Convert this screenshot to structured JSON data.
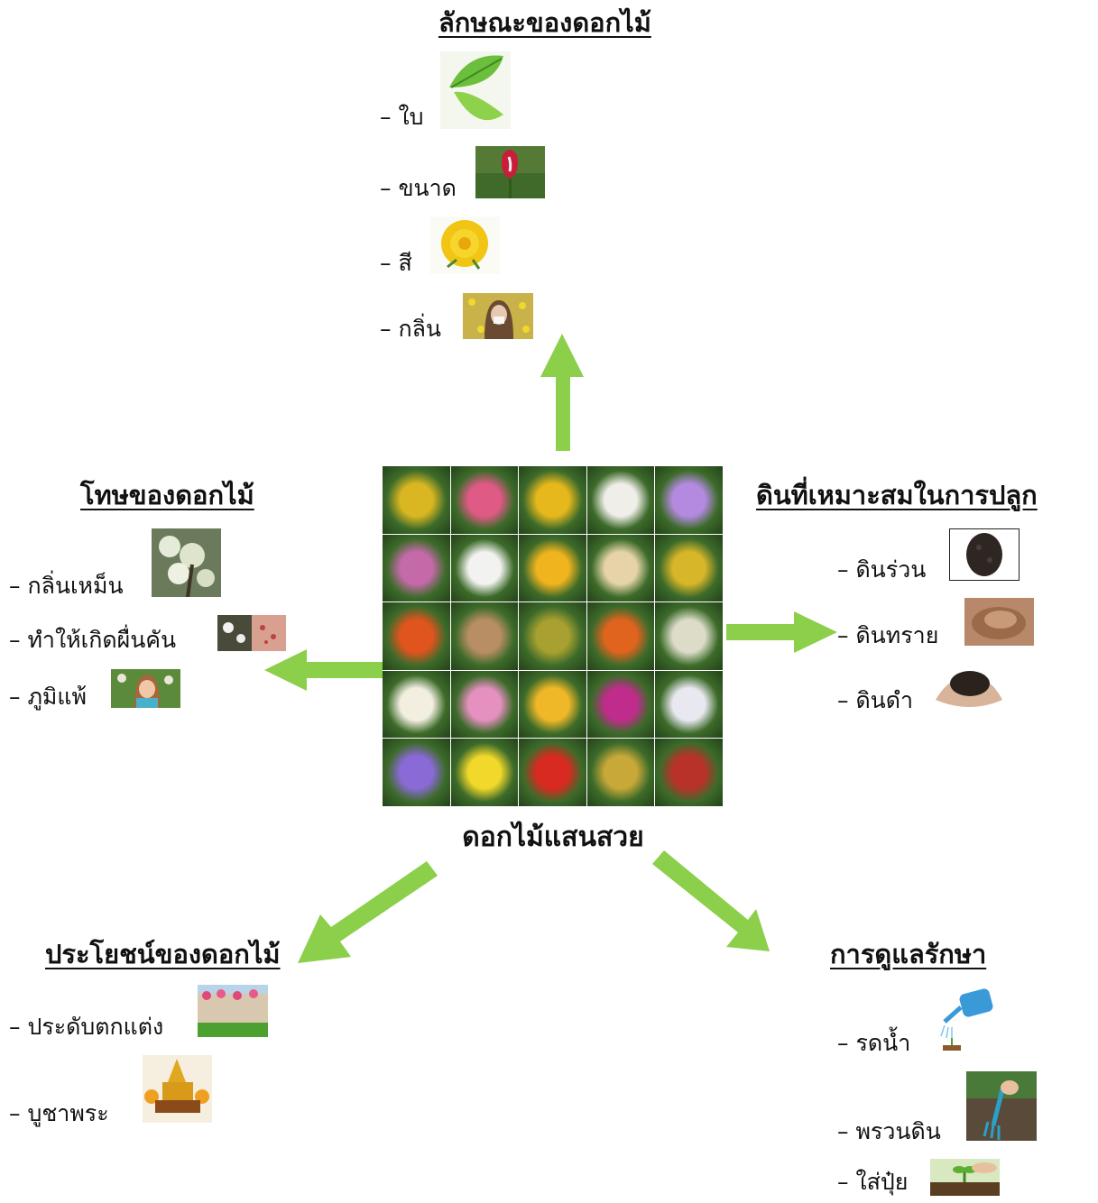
{
  "center": {
    "title": "ดอกไม้แสนสวย",
    "tile_colors": [
      [
        "#d9b622",
        "#e05a86",
        "#e6b81c",
        "#f0eee8",
        "#b48ae0"
      ],
      [
        "#c46aa8",
        "#f2f2f0",
        "#f0b41e",
        "#e6d4a8",
        "#d8b62a"
      ],
      [
        "#e0541e",
        "#b88e64",
        "#a8a030",
        "#e0641e",
        "#dcdcc8"
      ],
      [
        "#f2eee0",
        "#e690c0",
        "#f0b828",
        "#c02c8c",
        "#e8e8f0"
      ],
      [
        "#8a6ad6",
        "#f2d82a",
        "#d82a20",
        "#c8a838",
        "#b8322a"
      ]
    ]
  },
  "characteristics": {
    "heading": "ลักษณะของดอกไม้",
    "items": [
      "– ใบ",
      "– ขนาด",
      "– สี",
      "– กลิ่น"
    ]
  },
  "harms": {
    "heading": "โทษของดอกไม้",
    "items": [
      "– กลิ่นเหม็น",
      "–  ทำให้เกิดผื่นคัน",
      "– ภูมิแพ้"
    ]
  },
  "soil": {
    "heading": "ดินที่เหมาะสมในการปลูก",
    "items": [
      "– ดินร่วน",
      "– ดินทราย",
      "– ดินดำ"
    ]
  },
  "benefits": {
    "heading": "ประโยชน์ของดอกไม้",
    "items": [
      "– ประดับตกแต่ง",
      "–  บูชาพระ"
    ]
  },
  "care": {
    "heading": "การดูแลรักษา",
    "items": [
      "– รดน้ำ",
      "– พรวนดิน",
      "– ใส่ปุ๋ย"
    ]
  },
  "colors": {
    "arrow": "#8ccf4a"
  }
}
